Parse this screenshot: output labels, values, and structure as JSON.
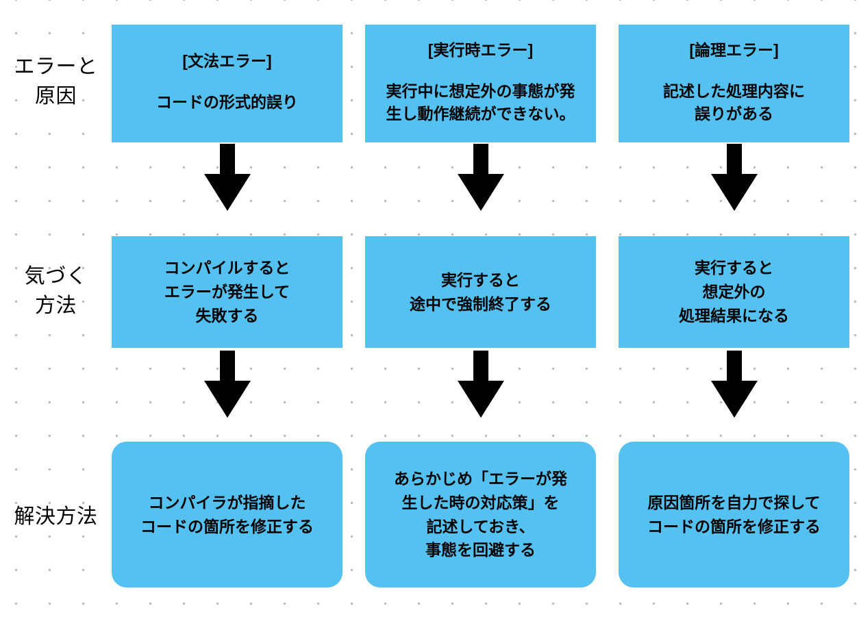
{
  "diagram": {
    "type": "flowchart",
    "background": "#ffffff",
    "dot_grid_color": "#b8bcc0",
    "node_color": "#55c1f0",
    "text_color": "#000000",
    "arrow_color": "#000000",
    "row_labels": [
      "エラーと\n原因",
      "気づく\n方法",
      "解決方法"
    ],
    "columns": [
      {
        "name": "syntax-error",
        "row1": {
          "title": "[文法エラー]",
          "body": "コードの形式的誤り"
        },
        "row2": {
          "text": "コンパイルすると\nエラーが発生して\n失敗する"
        },
        "row3": {
          "text": "コンパイラが指摘した\nコードの箇所を修正する"
        }
      },
      {
        "name": "runtime-error",
        "row1": {
          "title": "[実行時エラー]",
          "body": "実行中に想定外の事態が発\n生し動作継続ができない。"
        },
        "row2": {
          "text": "実行すると\n途中で強制終了する"
        },
        "row3": {
          "text": "あらかじめ「エラーが発\n生した時の対応策」を\n記述しておき、\n事態を回避する"
        }
      },
      {
        "name": "logic-error",
        "row1": {
          "title": "[論理エラー]",
          "body": "記述した処理内容に\n誤りがある"
        },
        "row2": {
          "text": "実行すると\n想定外の\n処理結果になる"
        },
        "row3": {
          "text": "原因箇所を自力で探して\nコードの箇所を修正する"
        }
      }
    ],
    "arrows": {
      "glyph": "down-arrow",
      "count": 6
    }
  }
}
